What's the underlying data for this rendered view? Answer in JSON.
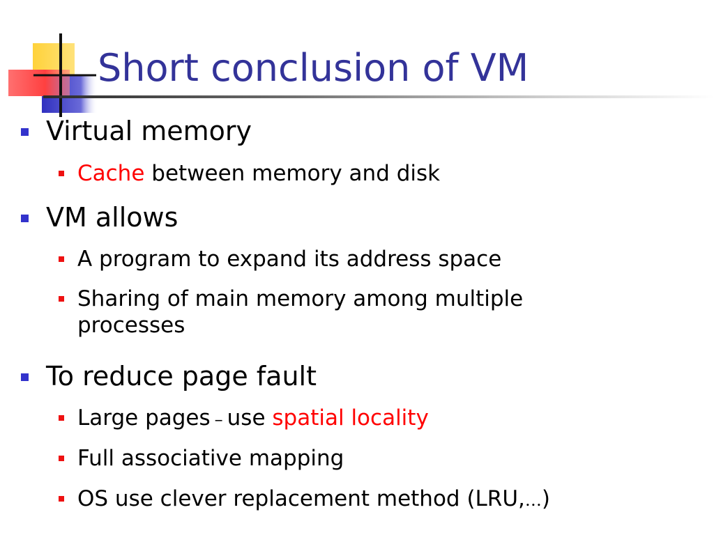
{
  "slide": {
    "title": "Short conclusion of VM",
    "items": [
      {
        "text": "Virtual memory"
      },
      {
        "highlight": "Cache",
        "rest": " between memory and disk"
      },
      {
        "text": "VM allows"
      },
      {
        "text": "A program to expand its address space"
      },
      {
        "line1": "Sharing of main memory among multiple",
        "line2": "processes"
      },
      {
        "text": "To reduce page fault"
      },
      {
        "pre": "Large pages",
        "dash": "–",
        "mid": "use ",
        "highlight": "spatial locality"
      },
      {
        "text": "Full associative mapping"
      },
      {
        "pre": "OS use clever replacement method (LRU,",
        "ellipsis": "…",
        "post": ")"
      }
    ]
  },
  "colors": {
    "title": "#333399",
    "level1_bullet": "#3333cc",
    "level2_bullet": "#ee1111",
    "highlight": "#ff0000"
  }
}
